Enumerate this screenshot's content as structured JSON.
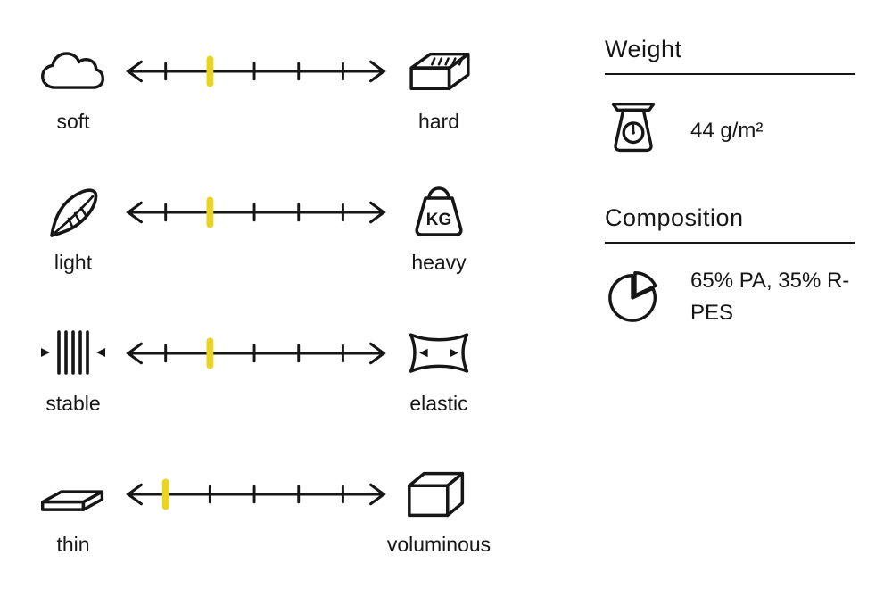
{
  "properties": [
    {
      "left_label": "soft",
      "right_label": "hard",
      "left_icon": "cloud-icon",
      "right_icon": "brick-icon",
      "value": 2,
      "max": 5
    },
    {
      "left_label": "light",
      "right_label": "heavy",
      "left_icon": "feather-icon",
      "right_icon": "kg-weight-icon",
      "value": 2,
      "max": 5
    },
    {
      "left_label": "stable",
      "right_label": "elastic",
      "left_icon": "stable-icon",
      "right_icon": "elastic-icon",
      "value": 2,
      "max": 5
    },
    {
      "left_label": "thin",
      "right_label": "voluminous",
      "left_icon": "thin-box-icon",
      "right_icon": "voluminous-box-icon",
      "value": 1,
      "max": 5
    }
  ],
  "sections": {
    "weight": {
      "title": "Weight",
      "value": "44 g/m²",
      "icon": "kitchen-scale-icon"
    },
    "composition": {
      "title": "Composition",
      "value": "65% PA, 35% R-PES",
      "icon": "pie-chart-icon"
    }
  },
  "icons": {
    "kg_label": "KG"
  },
  "colors": {
    "ink": "#161616",
    "accent_yellow": "#EBD41F",
    "background": "#FFFFFF"
  }
}
